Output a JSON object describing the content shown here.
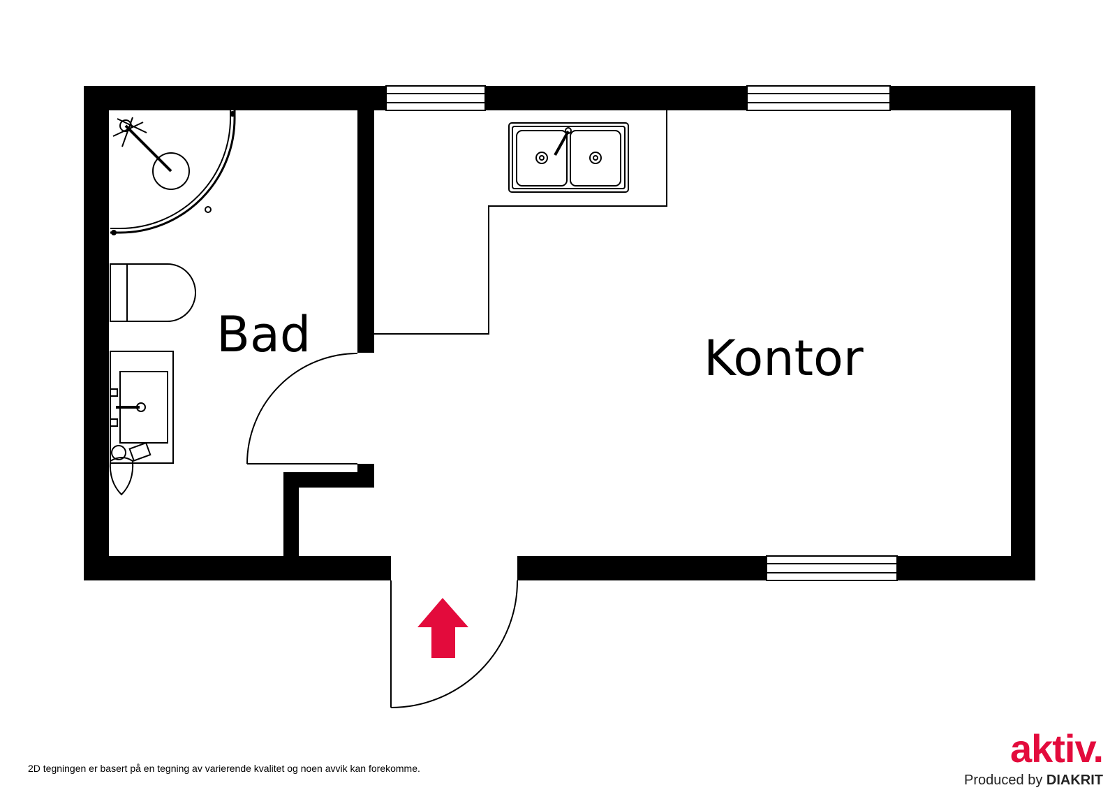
{
  "rooms": {
    "bathroom": "Bad",
    "office": "Kontor"
  },
  "footer": {
    "disclaimer": "2D tegningen er basert på en tegning av varierende kvalitet og noen avvik kan forekomme.",
    "logo_text": "aktiv.",
    "produced_by": "Produced by",
    "producer": "DIAKRIT"
  },
  "icons": {
    "entrance": "entrance-arrow-icon",
    "shower": "corner-shower-icon",
    "toilet": "toilet-icon",
    "sink": "sink-icon",
    "kitchen_sink": "double-sink-icon"
  },
  "colors": {
    "walls": "#000000",
    "accent": "#e30b3c",
    "background": "#ffffff"
  }
}
